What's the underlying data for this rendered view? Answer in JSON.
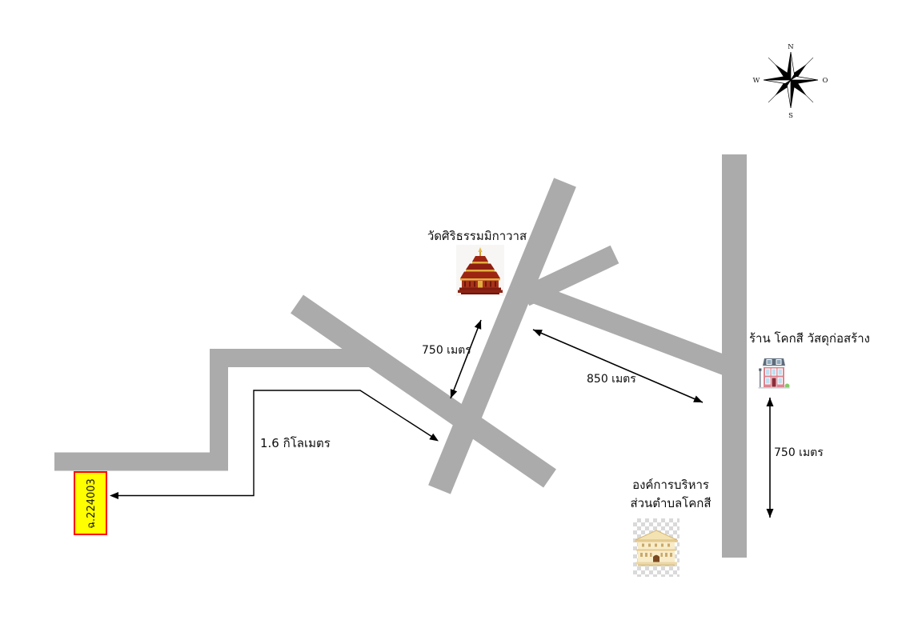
{
  "compass": {
    "north": "N",
    "east": "O",
    "south": "S",
    "west": "W"
  },
  "places": {
    "temple": {
      "name": "วัดศิริธรรมมิกาวาส",
      "icon": "temple-icon"
    },
    "shop": {
      "name": "ร้าน โคกสี วัสดุก่อสร้าง",
      "icon": "shop-icon"
    },
    "district_office": {
      "name_line1": "องค์การบริหาร",
      "name_line2": "ส่วนตำบลโคกสี",
      "icon": "government-building-icon"
    }
  },
  "highway_marker": {
    "code": "ฉ.224003",
    "fill": "#FFFF00",
    "border": "#FF0000"
  },
  "distances": {
    "temple_road": "750 เมตร",
    "east_road": "850 เมตร",
    "marker_to_junction": "1.6 กิโลเมตร",
    "shop_road": "750 เมตร"
  },
  "colors": {
    "road": "#ABABAB",
    "line": "#000000",
    "background": "#FFFFFF"
  }
}
